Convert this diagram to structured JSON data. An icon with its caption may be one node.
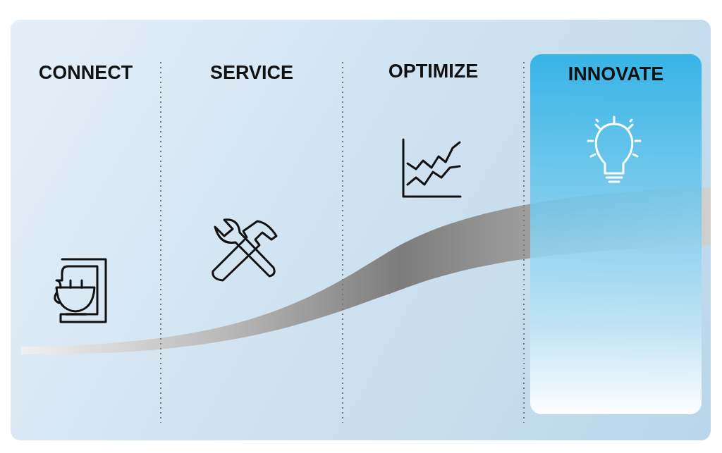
{
  "diagram": {
    "nodes": [
      {
        "text": [
          "INNOVATE"
        ]
      }
    ],
    "labels": [
      "CONNECT",
      "SERVICE",
      "OPTIMIZE"
    ]
  }
}
